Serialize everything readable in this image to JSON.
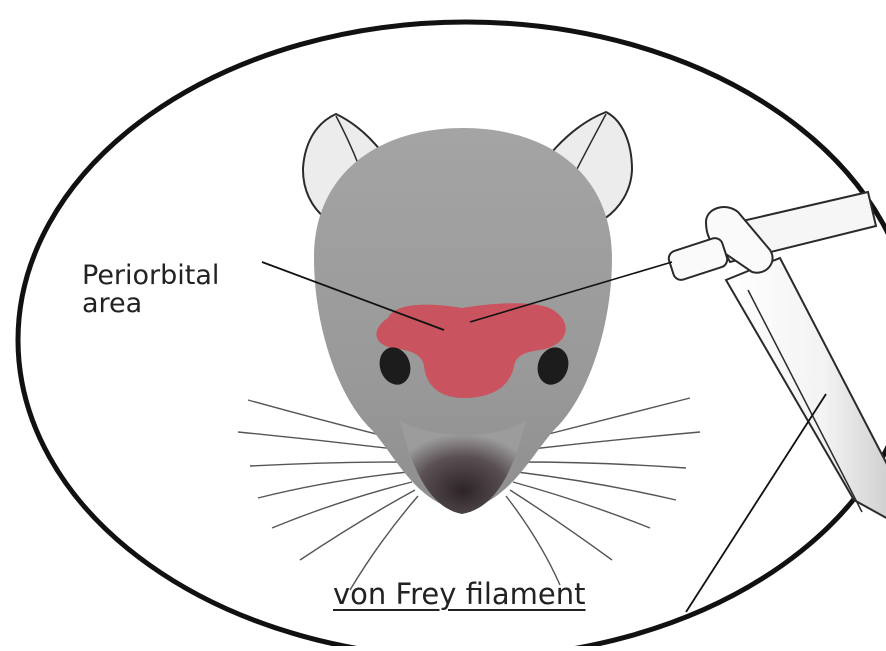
{
  "labels": {
    "periorbital_line1": "Periorbital",
    "periorbital_line2": "area",
    "filament": "von Frey filament"
  },
  "colors": {
    "background": "#ffffff",
    "outline": "#111111",
    "head": "#9c9c9c",
    "ear_fill": "#ececec",
    "periorbital_patch": "#c9545f",
    "eye": "#1c1c1c",
    "snout": "#3e3438",
    "filament_tube": "#f2f2f2"
  },
  "icons": {
    "head": "mouse-head-icon",
    "tool": "von-frey-filament-icon"
  }
}
